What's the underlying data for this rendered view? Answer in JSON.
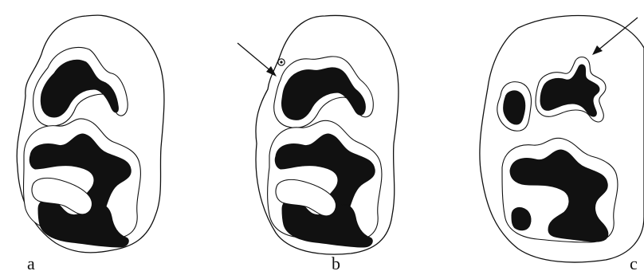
{
  "figure": {
    "panels": [
      {
        "label": "a"
      },
      {
        "label": "b"
      },
      {
        "label": "c"
      }
    ]
  },
  "colors": {
    "line": "#111111",
    "fill": "#ffffff",
    "dentine": "#111111"
  }
}
